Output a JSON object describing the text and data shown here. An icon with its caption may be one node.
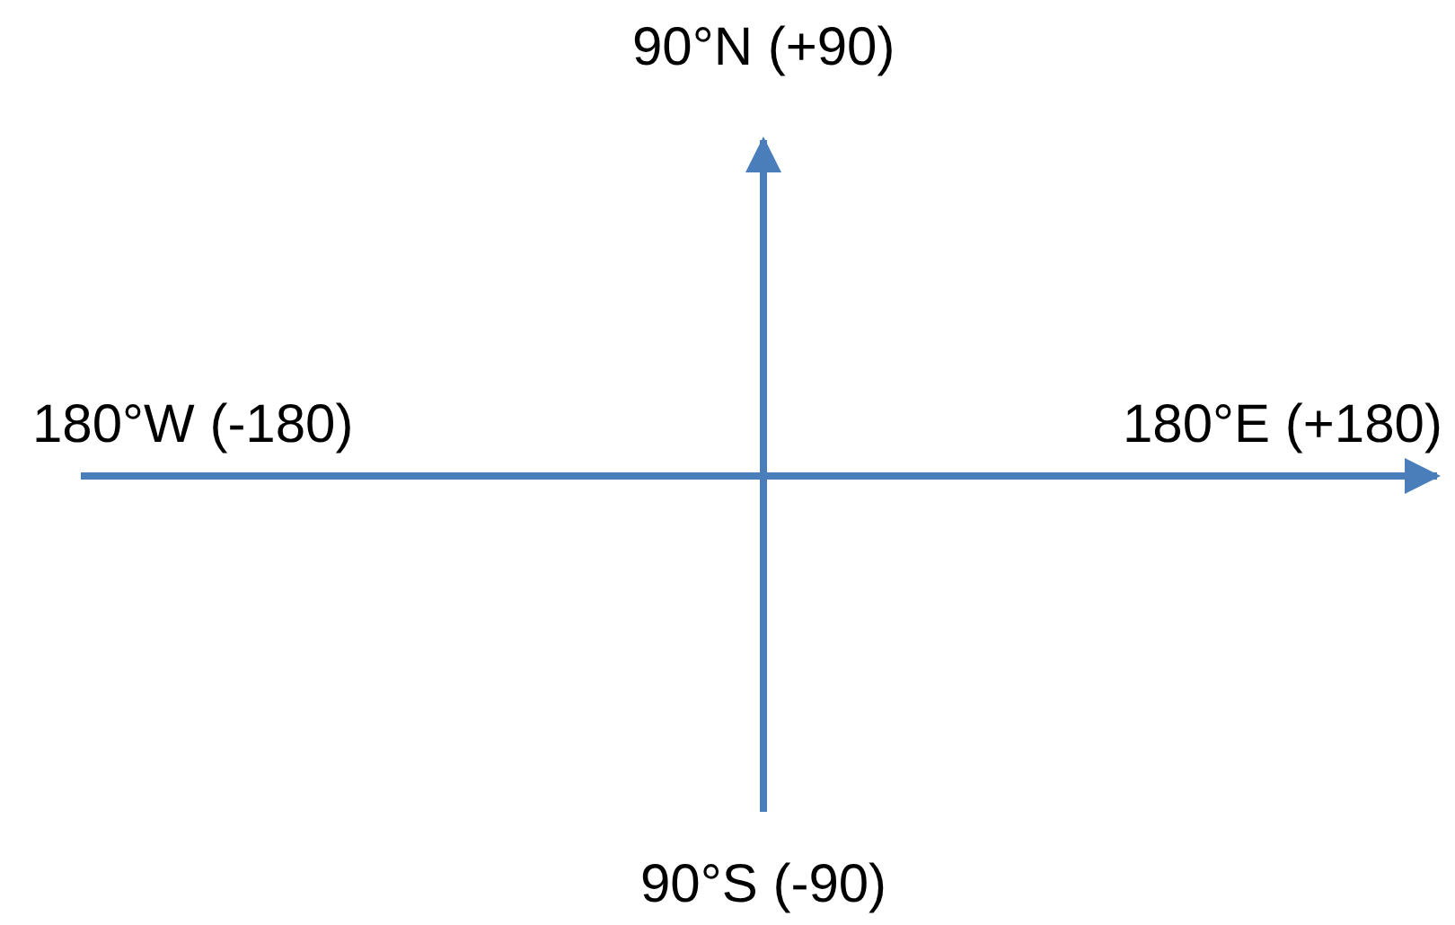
{
  "diagram": {
    "labels": [
      "90°N (+90)",
      "180°W (-180)",
      "180°E (+180)",
      "90°S (-90)"
    ]
  }
}
